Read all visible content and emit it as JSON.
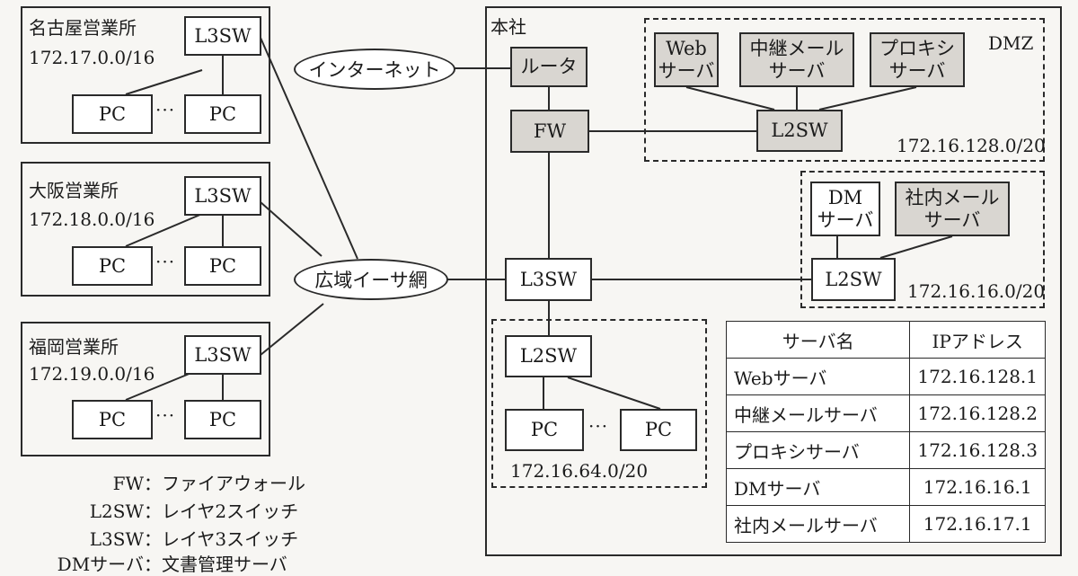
{
  "branches": [
    {
      "name": "名古屋営業所",
      "network": "172.17.0.0/16",
      "switch": "L3SW",
      "pc": "PC",
      "dots": "···"
    },
    {
      "name": "大阪営業所",
      "network": "172.18.0.0/16",
      "switch": "L3SW",
      "pc": "PC",
      "dots": "···"
    },
    {
      "name": "福岡営業所",
      "network": "172.19.0.0/16",
      "switch": "L3SW",
      "pc": "PC",
      "dots": "···"
    }
  ],
  "clouds": {
    "internet": "インターネット",
    "wan": "広域イーサ網"
  },
  "hq": {
    "title": "本社",
    "router": "ルータ",
    "fw": "FW",
    "l3sw": "L3SW",
    "dmz": {
      "label": "DMZ",
      "network": "172.16.128.0/20",
      "l2sw": "L2SW",
      "servers": [
        {
          "line1": "Web",
          "line2": "サーバ"
        },
        {
          "line1": "中継メール",
          "line2": "サーバ"
        },
        {
          "line1": "プロキシ",
          "line2": "サーバ"
        }
      ]
    },
    "server_lan": {
      "network": "172.16.16.0/20",
      "l2sw": "L2SW",
      "servers": [
        {
          "line1": "DM",
          "line2": "サーバ"
        },
        {
          "line1": "社内メール",
          "line2": "サーバ"
        }
      ]
    },
    "pc_lan": {
      "network": "172.16.64.0/20",
      "l2sw": "L2SW",
      "pc": "PC",
      "dots": "···"
    }
  },
  "ip_table": {
    "headers": [
      "サーバ名",
      "IPアドレス"
    ],
    "rows": [
      [
        "Webサーバ",
        "172.16.128.1"
      ],
      [
        "中継メールサーバ",
        "172.16.128.2"
      ],
      [
        "プロキシサーバ",
        "172.16.128.3"
      ],
      [
        "DMサーバ",
        "172.16.16.1"
      ],
      [
        "社内メールサーバ",
        "172.16.17.1"
      ]
    ]
  },
  "legend": [
    {
      "key": "FW：",
      "value": "ファイアウォール"
    },
    {
      "key": "L2SW：",
      "value": "レイヤ2スイッチ"
    },
    {
      "key": "L3SW：",
      "value": "レイヤ3スイッチ"
    },
    {
      "key": "DMサーバ：",
      "value": "文書管理サーバ"
    }
  ]
}
